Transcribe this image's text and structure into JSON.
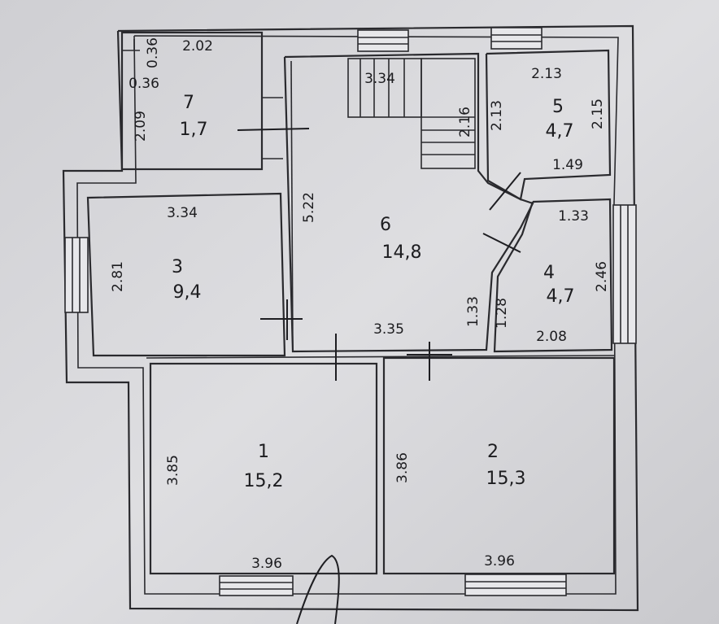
{
  "rooms": [
    {
      "id": "room-1",
      "number": "1",
      "area": "15,2",
      "dims": {
        "height": "3.85",
        "width": "3.96"
      }
    },
    {
      "id": "room-2",
      "number": "2",
      "area": "15,3",
      "dims": {
        "height": "3.86",
        "width": "3.96"
      }
    },
    {
      "id": "room-3",
      "number": "3",
      "area": "9,4",
      "dims": {
        "height": "2.81",
        "width": "3.34"
      }
    },
    {
      "id": "room-4",
      "number": "4",
      "area": "4,7",
      "dims": {
        "top": "1.33",
        "right": "2.46",
        "left": "1.28",
        "bottom": "2.08"
      }
    },
    {
      "id": "room-5",
      "number": "5",
      "area": "4,7",
      "dims": {
        "top": "2.13",
        "left": "2.13",
        "right": "2.15",
        "bottom": "1.49"
      }
    },
    {
      "id": "room-6",
      "number": "6",
      "area": "14,8",
      "dims": {
        "left": "5.22",
        "bottom": "3.35",
        "stair_width": "3.34",
        "stair_height": "2.16",
        "right_lower": "1.33"
      }
    },
    {
      "id": "room-7",
      "number": "7",
      "area": "1,7",
      "dims": {
        "top": "2.02",
        "left": "2.09",
        "small_a": "0.36",
        "small_b": "0.36"
      }
    }
  ]
}
